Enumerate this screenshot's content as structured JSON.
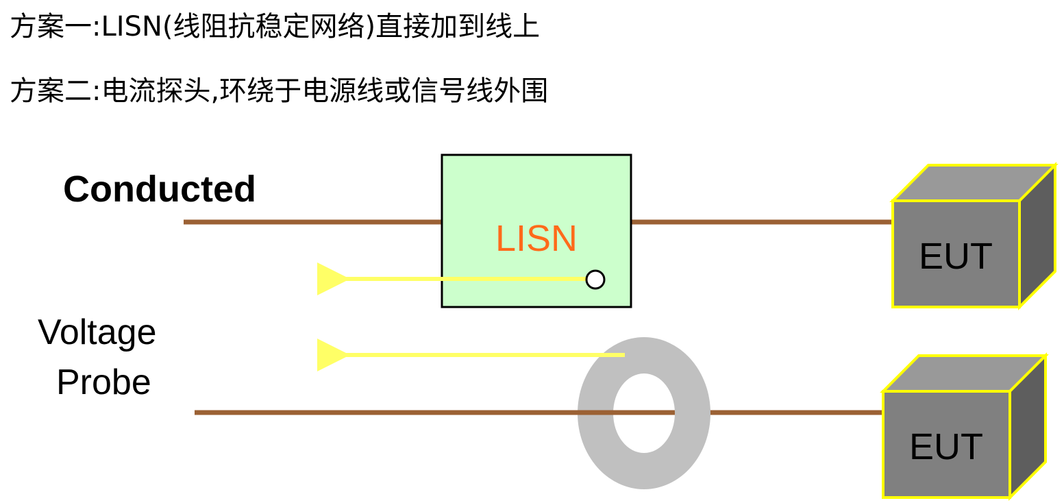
{
  "header": {
    "scheme1": "方案一:LISN(线阻抗稳定网络)直接加到线上",
    "scheme2": "方案二:电流探头,环绕于电源线或信号线外围"
  },
  "diagram": {
    "conducted_label": "Conducted",
    "voltage_label_line1": "Voltage",
    "voltage_label_line2": "Probe",
    "lisn_label": "LISN",
    "eut_top_label": "EUT",
    "eut_bottom_label": "EUT"
  },
  "colors": {
    "wire": "#9b6134",
    "lisn_fill": "#ccffcc",
    "lisn_text": "#ff6a1a",
    "arrow": "#ffff66",
    "eut_front": "#808080",
    "eut_top": "#999999",
    "eut_side": "#5e5e5e",
    "eut_edge": "#ffff00",
    "probe_ring": "#c0c0c0"
  }
}
